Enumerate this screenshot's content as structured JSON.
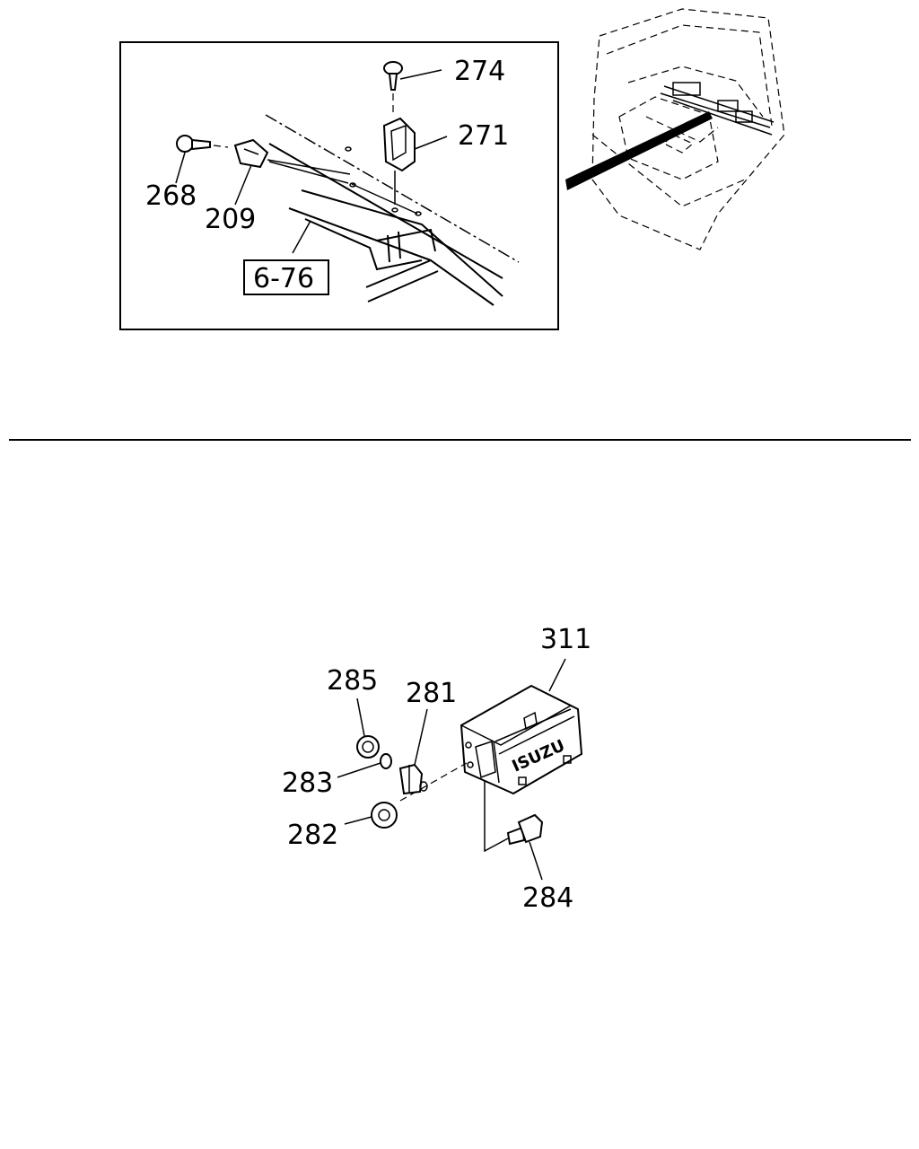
{
  "callouts": {
    "top": [
      "274",
      "271",
      "268",
      "209"
    ],
    "reference": "6-76",
    "bottom": [
      "311",
      "285",
      "281",
      "283",
      "282",
      "284"
    ]
  },
  "emblem_text": "ISUZU"
}
